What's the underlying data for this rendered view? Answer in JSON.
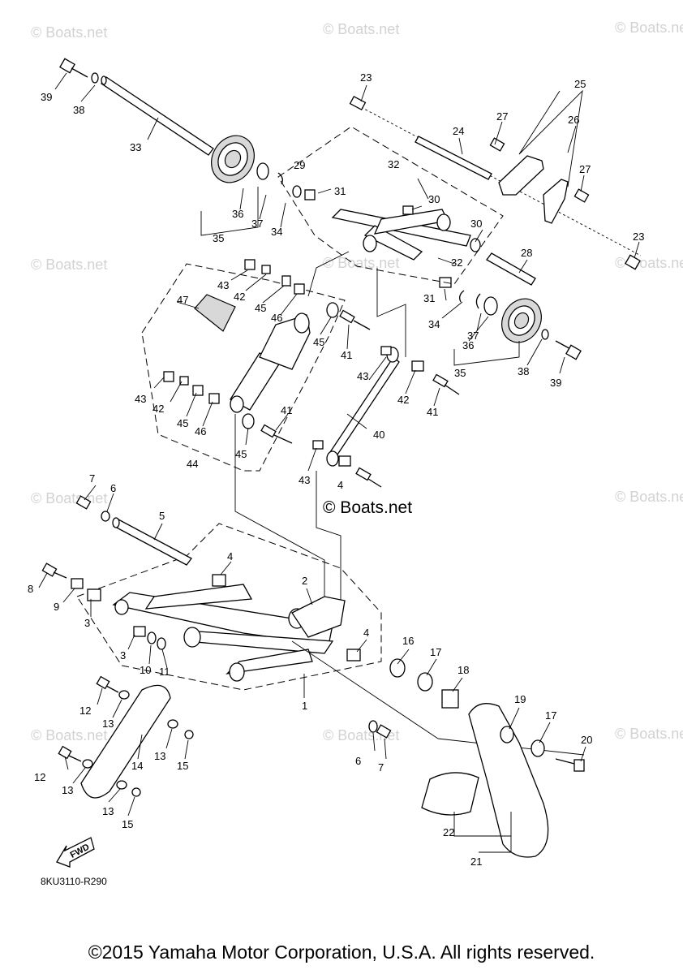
{
  "watermark": "© Boats.net",
  "brand_watermark": "© Boats.net",
  "diagram_code": "8KU3110-R290",
  "fwd_label": "FWD",
  "copyright": "©2015 Yamaha Motor Corporation, U.S.A. All rights reserved.",
  "callouts": {
    "c1": "1",
    "c2": "2",
    "c3a": "3",
    "c3b": "3",
    "c4a": "4",
    "c4b": "4",
    "c4c": "4",
    "c5": "5",
    "c6a": "6",
    "c6b": "6",
    "c7a": "7",
    "c7b": "7",
    "c8": "8",
    "c9": "9",
    "c10": "10",
    "c11": "11",
    "c12a": "12",
    "c12b": "12",
    "c13a": "13",
    "c13b": "13",
    "c13c": "13",
    "c13d": "13",
    "c14": "14",
    "c15a": "15",
    "c15b": "15",
    "c16": "16",
    "c17a": "17",
    "c17b": "17",
    "c18": "18",
    "c19": "19",
    "c20": "20",
    "c21": "21",
    "c22": "22",
    "c23a": "23",
    "c23b": "23",
    "c24": "24",
    "c25": "25",
    "c26": "26",
    "c27a": "27",
    "c27b": "27",
    "c28": "28",
    "c29": "29",
    "c30a": "30",
    "c30b": "30",
    "c31a": "31",
    "c31b": "31",
    "c32a": "32",
    "c32b": "32",
    "c33": "33",
    "c34a": "34",
    "c34b": "34",
    "c35a": "35",
    "c35b": "35",
    "c36a": "36",
    "c36b": "36",
    "c37a": "37",
    "c37b": "37",
    "c38a": "38",
    "c38b": "38",
    "c39a": "39",
    "c39b": "39",
    "c40": "40",
    "c41a": "41",
    "c41b": "41",
    "c41c": "41",
    "c42a": "42",
    "c42b": "42",
    "c42c": "42",
    "c43a": "43",
    "c43b": "43",
    "c43c": "43",
    "c43d": "43",
    "c44": "44",
    "c45a": "45",
    "c45b": "45",
    "c45c": "45",
    "c45d": "45",
    "c46a": "46",
    "c46b": "46",
    "c47": "47"
  }
}
